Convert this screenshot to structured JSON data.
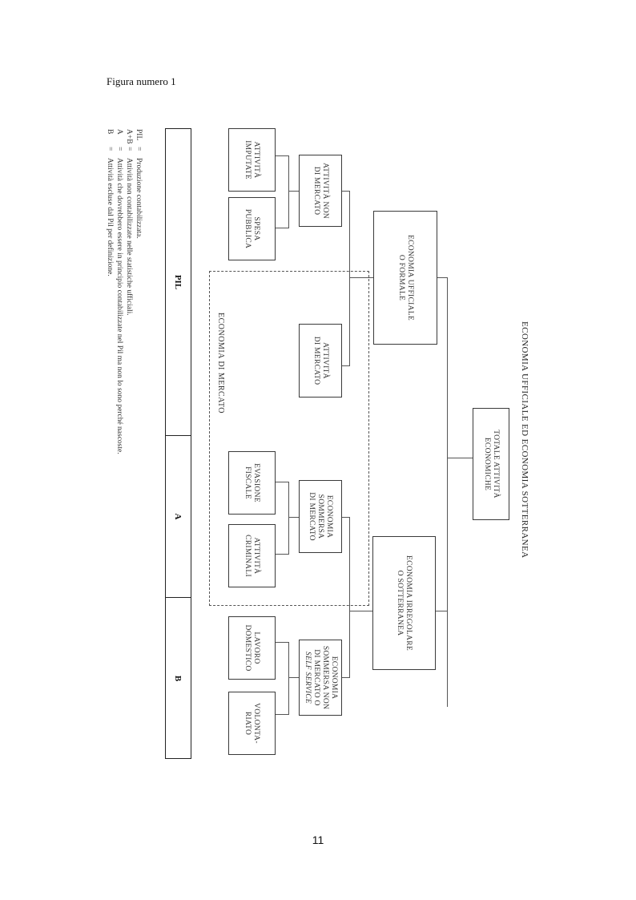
{
  "caption": "Figura numero 1",
  "page_number": "11",
  "figure": {
    "title": "ECONOMIA UFFICIALE ED ECONOMIA SOTTERRANEA",
    "market_area_label": "ECONOMIA DI MERCATO",
    "boxes": {
      "totale": [
        "TOTALE ATTIVITÀ",
        "ECONOMICHE"
      ],
      "ufficiale": [
        "ECONOMIA UFFICIALE",
        "O FORMALE"
      ],
      "irregolare": [
        "ECONOMIA IRREGOLARE",
        "O SOTTERRANEA"
      ],
      "non_mercato": [
        "ATTIVITÀ NON",
        "DI MERCATO"
      ],
      "di_mercato": [
        "ATTIVITÀ",
        "DI MERCATO"
      ],
      "sommersa_mercato": [
        "ECONOMIA",
        "SOMMERSA",
        "DI MERCATO"
      ],
      "sommersa_non_mercato": [
        "ECONOMIA",
        "SOMMERSA NON",
        "DI MERCATO O",
        "SELF SERVICE"
      ],
      "imputate": [
        "ATTIVITÀ",
        "IMPUTATE"
      ],
      "spesa": [
        "SPESA",
        "PUBBLICA"
      ],
      "evasione": [
        "EVASIONE",
        "FISCALE"
      ],
      "criminali": [
        "ATTIVITÀ",
        "CRIMINALI"
      ],
      "lavoro": [
        "LAVORO",
        "DOMESTICO"
      ],
      "volontariato": [
        "VOLONTA-",
        "RIATO"
      ]
    },
    "bar": {
      "pil": "PIL",
      "a": "A",
      "b": "B"
    },
    "legend": [
      {
        "key": "PIL",
        "text": "Produzione contabilizzata."
      },
      {
        "key": "A+B",
        "text": "Attività non contabilizzate nelle statistiche ufficiali."
      },
      {
        "key": "A",
        "text": "Attività che dovrebbero essere in principio contabilizzate nel Pil ma non lo sono perché nascoste."
      },
      {
        "key": "B",
        "text": "Attività escluse dal Pil per definizione."
      }
    ]
  }
}
